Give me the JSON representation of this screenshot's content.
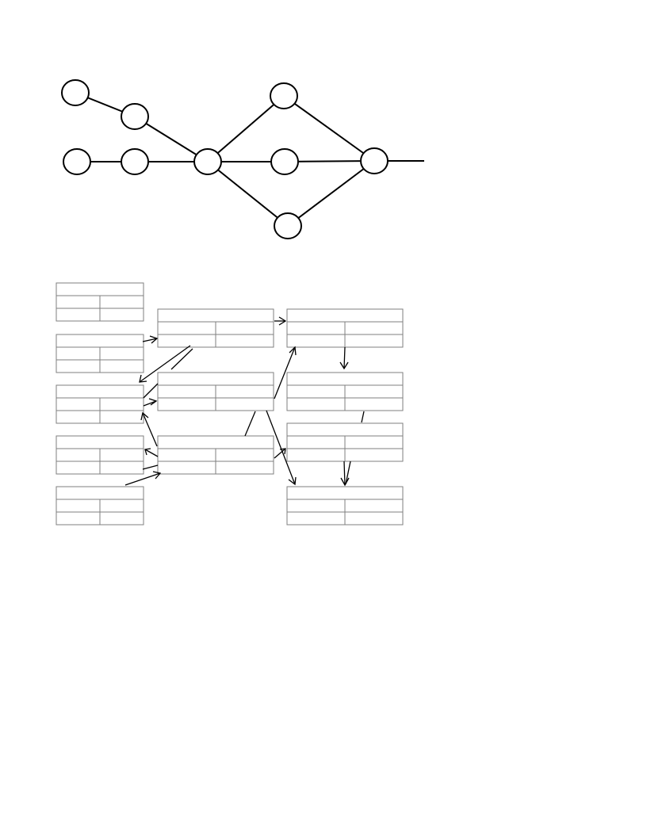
{
  "page": {
    "background": "#ffffff"
  },
  "diagram": {
    "network": {
      "nodes": [
        "n1",
        "n2",
        "n3",
        "n4",
        "n5",
        "n6",
        "n7",
        "n8",
        "n9"
      ],
      "edges": [
        [
          "n1",
          "n2"
        ],
        [
          "n2",
          "n5"
        ],
        [
          "n3",
          "n4"
        ],
        [
          "n4",
          "n5"
        ],
        [
          "n5",
          "n6"
        ],
        [
          "n5",
          "n7"
        ],
        [
          "n5",
          "n8"
        ],
        [
          "n6",
          "n9"
        ],
        [
          "n7",
          "n9"
        ],
        [
          "n8",
          "n9"
        ],
        [
          "n9",
          "out"
        ]
      ]
    },
    "activity_boxes": [
      {
        "id": "b1",
        "rows": 3,
        "text": []
      },
      {
        "id": "b2",
        "rows": 3,
        "text": []
      },
      {
        "id": "b3",
        "rows": 3,
        "text": []
      },
      {
        "id": "b4",
        "rows": 3,
        "text": []
      },
      {
        "id": "b5",
        "rows": 3,
        "text": []
      },
      {
        "id": "b6",
        "rows": 3,
        "text": []
      },
      {
        "id": "b7",
        "rows": 3,
        "text": []
      },
      {
        "id": "b8",
        "rows": 3,
        "text": []
      },
      {
        "id": "b9",
        "rows": 3,
        "text": []
      },
      {
        "id": "b10",
        "rows": 3,
        "text": []
      },
      {
        "id": "b11",
        "rows": 3,
        "text": []
      },
      {
        "id": "b12",
        "rows": 3,
        "text": []
      }
    ],
    "arrows": [
      [
        "b2",
        "b6"
      ],
      [
        "b6",
        "b9"
      ],
      [
        "b6",
        "b3"
      ],
      [
        "b3",
        "b7"
      ],
      [
        "b4",
        "b3"
      ],
      [
        "b4",
        "b8"
      ],
      [
        "b8",
        "b4"
      ],
      [
        "b5",
        "b8"
      ],
      [
        "b7",
        "b9"
      ],
      [
        "b8",
        "b11"
      ],
      [
        "b7",
        "b12"
      ],
      [
        "b9",
        "b10"
      ],
      [
        "b11",
        "b12"
      ]
    ]
  }
}
